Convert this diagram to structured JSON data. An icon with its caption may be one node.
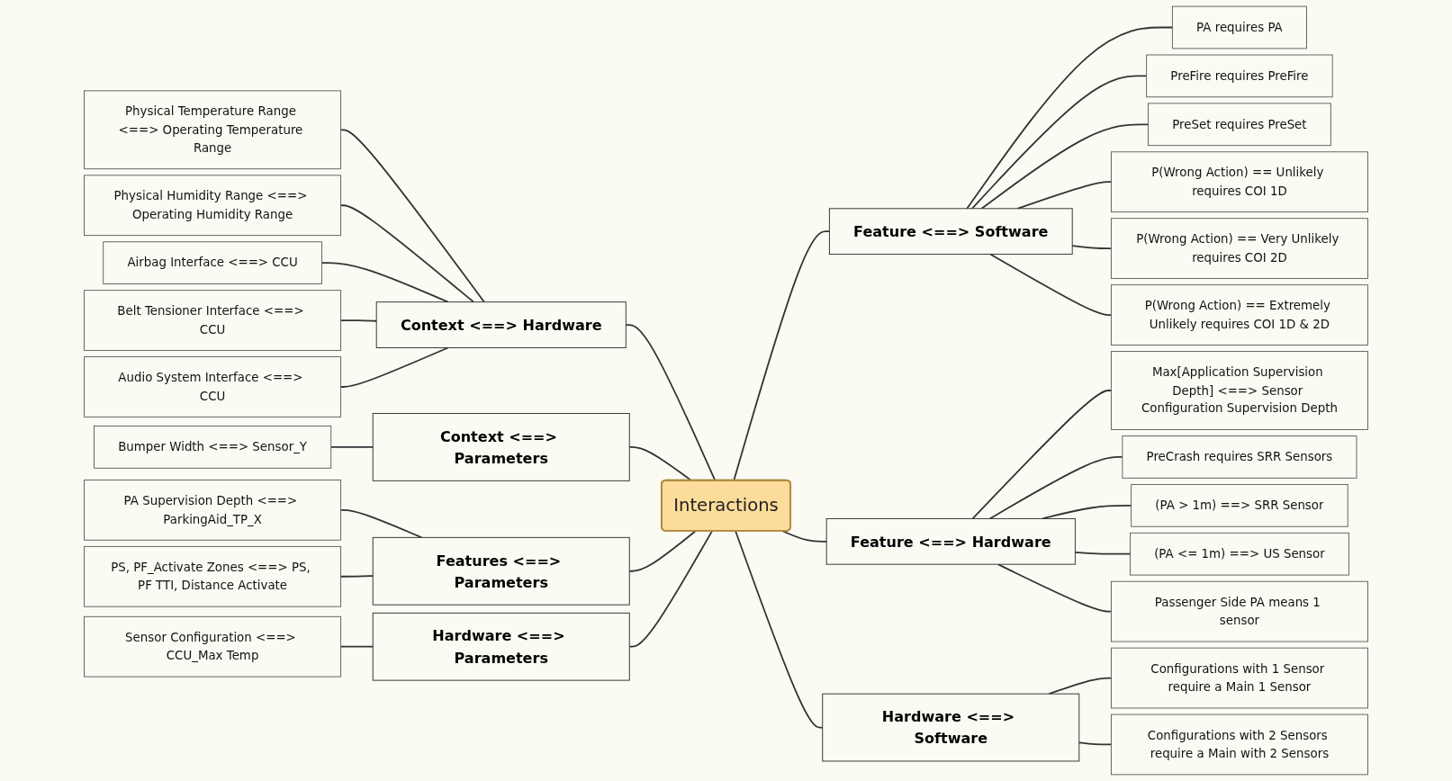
{
  "diagram": {
    "nodes": [
      {
        "text": [
          "Interactions"
        ]
      },
      {
        "text": [
          "Context <==> Hardware"
        ]
      },
      {
        "text": [
          "Physical Temperature Range <==> Operating Temperature Range"
        ]
      },
      {
        "text": [
          "Physical Humidity Range <==> Operating Humidity Range"
        ]
      },
      {
        "text": [
          "Airbag Interface <==> CCU"
        ]
      },
      {
        "text": [
          "Belt Tensioner Interface <==> CCU"
        ]
      },
      {
        "text": [
          "Audio System Interface <==> CCU"
        ]
      },
      {
        "text": [
          "Context <==> Parameters"
        ]
      },
      {
        "text": [
          "Bumper Width <==> Sensor_Y"
        ]
      },
      {
        "text": [
          "Features <==> Parameters"
        ]
      },
      {
        "text": [
          "PA Supervision Depth <==> ParkingAid_TP_X"
        ]
      },
      {
        "text": [
          "PS, PF_Activate Zones <==> PS, PF TTI, Distance Activate"
        ]
      },
      {
        "text": [
          "Hardware <==> Parameters"
        ]
      },
      {
        "text": [
          "Sensor Configuration <==> CCU_Max Temp"
        ]
      },
      {
        "text": [
          "Feature <==> Software"
        ]
      },
      {
        "text": [
          "PA requires PA"
        ]
      },
      {
        "text": [
          "PreFire requires PreFire"
        ]
      },
      {
        "text": [
          "PreSet requires PreSet"
        ]
      },
      {
        "text": [
          "P(Wrong Action) == Unlikely requires COI 1D"
        ]
      },
      {
        "text": [
          "P(Wrong Action) == Very Unlikely requires COI 2D"
        ]
      },
      {
        "text": [
          "P(Wrong Action) == Extremely Unlikely requires COI 1D & 2D"
        ]
      },
      {
        "text": [
          "Feature <==> Hardware"
        ]
      },
      {
        "text": [
          "Max[Application Supervision Depth] <==> Sensor Configuration Supervision Depth"
        ]
      },
      {
        "text": [
          "PreCrash requires SRR Sensors"
        ]
      },
      {
        "text": [
          "(PA > 1m) ==> SRR Sensor"
        ]
      },
      {
        "text": [
          "(PA <= 1m) ==> US Sensor"
        ]
      },
      {
        "text": [
          "Passenger Side PA means 1 sensor"
        ]
      },
      {
        "text": [
          "Hardware <==> Software"
        ]
      },
      {
        "text": [
          "Configurations with 1 Sensor require a Main 1 Sensor"
        ]
      },
      {
        "text": [
          "Configurations with 2 Sensors require a Main with 2 Sensors"
        ]
      }
    ],
    "edges": [
      {
        "from": 1,
        "to": 0,
        "arrow": "none"
      },
      {
        "from": 2,
        "to": 1,
        "arrow": "none"
      },
      {
        "from": 3,
        "to": 1,
        "arrow": "none"
      },
      {
        "from": 4,
        "to": 1,
        "arrow": "none"
      },
      {
        "from": 5,
        "to": 1,
        "arrow": "none"
      },
      {
        "from": 6,
        "to": 1,
        "arrow": "none"
      },
      {
        "from": 7,
        "to": 0,
        "arrow": "none"
      },
      {
        "from": 8,
        "to": 7,
        "arrow": "none"
      },
      {
        "from": 9,
        "to": 0,
        "arrow": "none"
      },
      {
        "from": 10,
        "to": 9,
        "arrow": "none"
      },
      {
        "from": 11,
        "to": 9,
        "arrow": "none"
      },
      {
        "from": 12,
        "to": 0,
        "arrow": "none"
      },
      {
        "from": 13,
        "to": 12,
        "arrow": "none"
      },
      {
        "from": 0,
        "to": 14,
        "arrow": "none"
      },
      {
        "from": 14,
        "to": 15,
        "arrow": "none"
      },
      {
        "from": 14,
        "to": 16,
        "arrow": "none"
      },
      {
        "from": 14,
        "to": 17,
        "arrow": "none"
      },
      {
        "from": 14,
        "to": 18,
        "arrow": "none"
      },
      {
        "from": 14,
        "to": 19,
        "arrow": "none"
      },
      {
        "from": 14,
        "to": 20,
        "arrow": "none"
      },
      {
        "from": 0,
        "to": 21,
        "arrow": "none"
      },
      {
        "from": 21,
        "to": 22,
        "arrow": "none"
      },
      {
        "from": 21,
        "to": 23,
        "arrow": "none"
      },
      {
        "from": 21,
        "to": 24,
        "arrow": "none"
      },
      {
        "from": 21,
        "to": 25,
        "arrow": "none"
      },
      {
        "from": 21,
        "to": 26,
        "arrow": "none"
      },
      {
        "from": 0,
        "to": 27,
        "arrow": "none"
      },
      {
        "from": 27,
        "to": 28,
        "arrow": "none"
      },
      {
        "from": 27,
        "to": 29,
        "arrow": "none"
      }
    ]
  }
}
